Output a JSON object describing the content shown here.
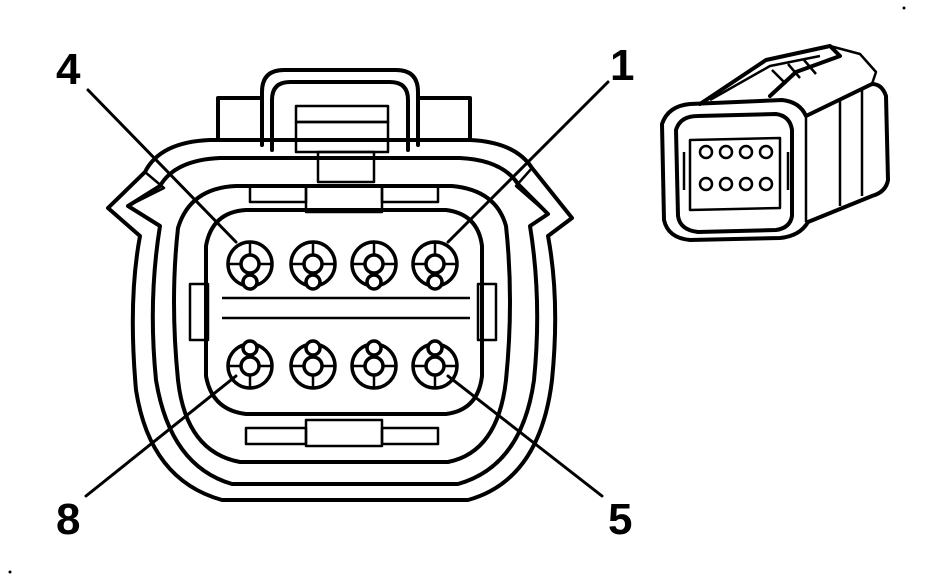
{
  "diagram": {
    "colors": {
      "line": "#000000",
      "background": "#ffffff"
    },
    "pin_labels": [
      {
        "id": "4",
        "text": "4"
      },
      {
        "id": "1",
        "text": "1"
      },
      {
        "id": "8",
        "text": "8"
      },
      {
        "id": "5",
        "text": "5"
      }
    ],
    "connector": {
      "pin_count": 8,
      "rows": 2,
      "pins_per_row": 4
    }
  }
}
